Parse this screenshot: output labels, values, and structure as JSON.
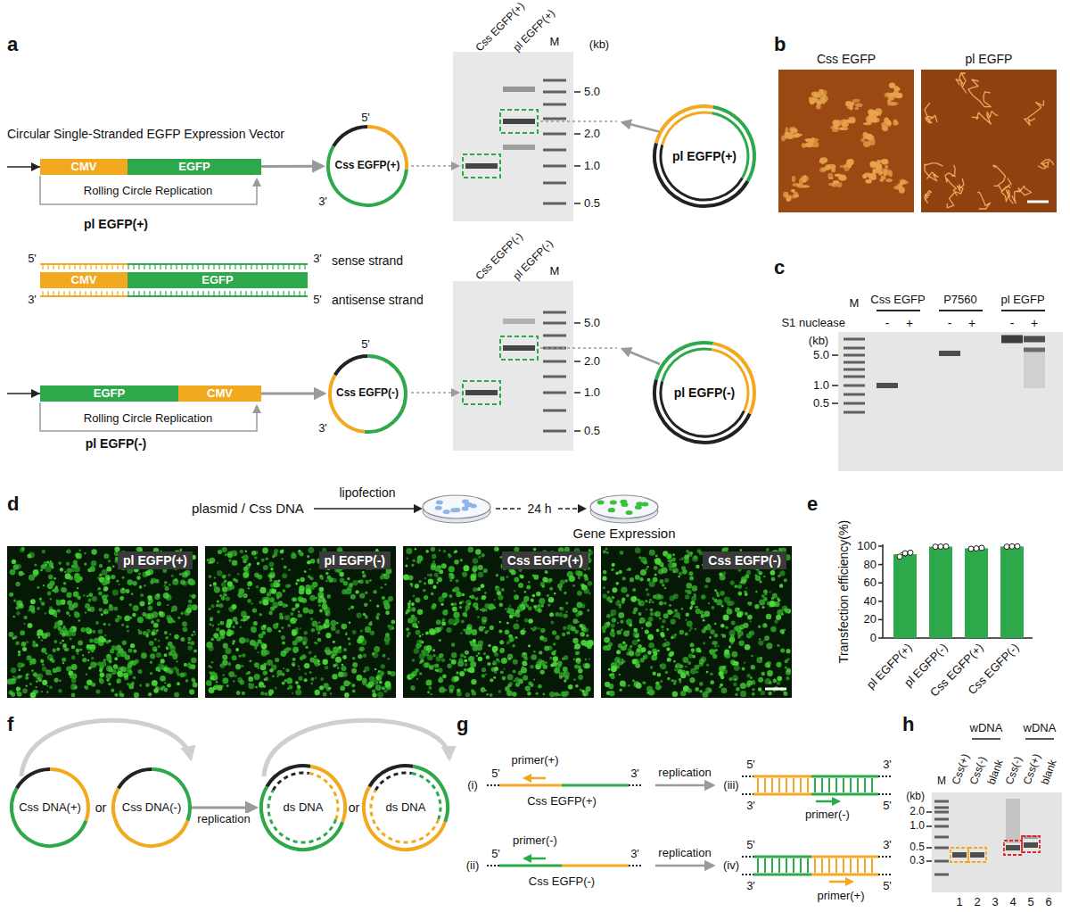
{
  "diagram": {
    "nodes": [
      {
        "text": [
          "CMV"
        ]
      },
      {
        "text": [
          "EGFP"
        ]
      },
      {
        "text": [
          "Css EGFP(+)"
        ]
      },
      {
        "text": [
          "pl EGFP(+)"
        ]
      },
      {
        "text": [
          "CMV"
        ]
      },
      {
        "text": [
          "EGFP"
        ]
      },
      {
        "text": [
          "EGFP"
        ]
      },
      {
        "text": [
          "CMV"
        ]
      },
      {
        "text": [
          "Css EGFP(-)"
        ]
      },
      {
        "text": [
          "pl EGFP(-)"
        ]
      },
      {
        "text": [
          "pl EGFP(+)"
        ]
      },
      {
        "text": [
          "pl EGFP(-)"
        ]
      },
      {
        "text": [
          "Css EGFP(+)"
        ]
      },
      {
        "text": [
          "Css EGFP(-)"
        ]
      },
      {
        "text": [
          "Css DNA(+)"
        ]
      },
      {
        "text": [
          "Css DNA(-)"
        ]
      },
      {
        "text": [
          "ds DNA"
        ]
      },
      {
        "text": [
          "ds DNA"
        ]
      }
    ],
    "edges": [
      {
        "from": 1,
        "to": 2,
        "arrow": "to"
      },
      {
        "from": 7,
        "to": 8,
        "arrow": "to"
      },
      {
        "from": 15,
        "to": 16,
        "label": "replication",
        "arrow": "to"
      }
    ],
    "labels": [
      "a",
      "Circular Single-Stranded EGFP Expression Vector",
      "Rolling Circle Replication",
      "pl EGFP(+)",
      "5'",
      "3'",
      "Css EGFP(+)",
      "pl EGFP(+)",
      "M",
      "(kb)",
      "5.0",
      "2.0",
      "1.0",
      "0.5",
      "5'",
      "3'",
      "sense strand",
      "3'",
      "5'",
      "antisense strand",
      "Rolling Circle Replication",
      "pl EGFP(-)",
      "5'",
      "3'",
      "Css EGFP(-)",
      "pl EGFP(-)",
      "M",
      "5.0",
      "2.0",
      "1.0",
      "0.5",
      "b",
      "Css EGFP",
      "pl EGFP",
      "c",
      "M",
      "Css EGFP",
      "P7560",
      "pl EGFP",
      "S1 nuclease",
      "-",
      "+",
      "-",
      "+",
      "-",
      "+",
      "(kb)",
      "5.0",
      "1.0",
      "0.5",
      "d",
      "plasmid / Css DNA",
      "lipofection",
      "24 h",
      "Gene Expression",
      "e",
      "Transfection efficiency(%)",
      "0",
      "20",
      "40",
      "60",
      "80",
      "100",
      "pl EGFP(+)",
      "pl EGFP(-)",
      "Css EGFP(+)",
      "Css EGFP(-)",
      "f",
      "or",
      "or",
      "g",
      "(i)",
      "5'",
      "3'",
      "primer(+)",
      "Css EGFP(+)",
      "replication",
      "(iii)",
      "5'",
      "3'",
      "3'",
      "5'",
      "primer(-)",
      "(ii)",
      "5'",
      "3'",
      "primer(-)",
      "Css EGFP(-)",
      "replication",
      "(iv)",
      "5'",
      "3'",
      "3'",
      "5'",
      "primer(+)",
      "h",
      "M",
      "Css(+)",
      "wDNA",
      "Css(-)",
      "blank",
      "wDNA",
      "Css(-)",
      "Css(+)",
      "blank",
      "(kb)",
      "2.0",
      "1.0",
      "0.5",
      "0.3",
      "1",
      "2",
      "3",
      "4",
      "5",
      "6"
    ]
  }
}
